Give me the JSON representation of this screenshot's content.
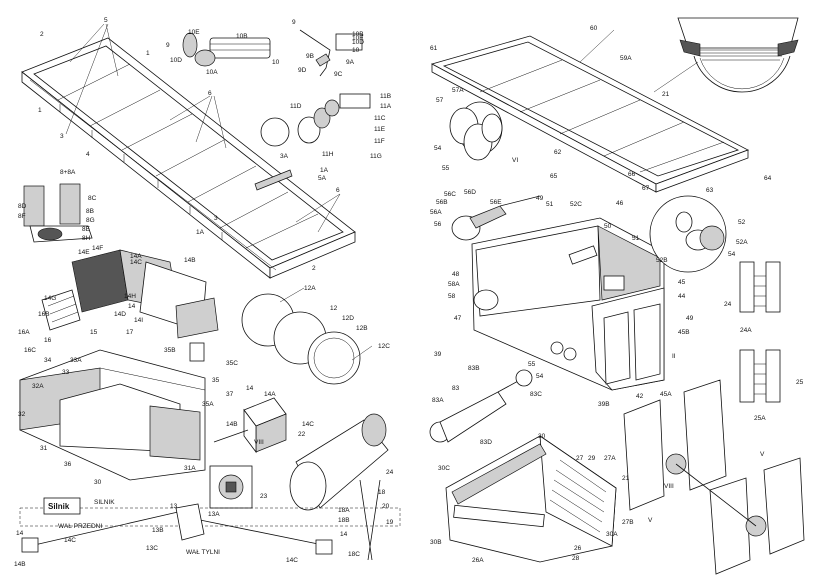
{
  "callouts": {
    "c1": "1",
    "c2": "2",
    "c3": "3",
    "c3a": "3A",
    "c4": "4",
    "c5": "5",
    "c5a": "5A",
    "c6": "6",
    "c1a": "1A",
    "c8p8a": "8+8A",
    "c8c": "8C",
    "c8d": "8D",
    "c8f": "8F",
    "c8b": "8B",
    "c8g": "8G",
    "c8e": "8E",
    "c8h": "8H",
    "c9": "9",
    "c9a": "9A",
    "c9b": "9B",
    "c9c": "9C",
    "c9d": "9D",
    "c10": "10",
    "c10a": "10A",
    "c10b": "10B",
    "c10d": "10D",
    "c10e": "10E",
    "c11a": "11A",
    "c11b": "11B",
    "c11c": "11C",
    "c11d": "11D",
    "c11e": "11E",
    "c11f": "11F",
    "c11g": "11G",
    "c11h": "11H",
    "c12": "12",
    "c12a": "12A",
    "c12b": "12B",
    "c12c": "12C",
    "c12d": "12D",
    "c13": "13",
    "c13a": "13A",
    "c13b": "13B",
    "c13c": "13C",
    "c14": "14",
    "c14a": "14A",
    "c14b": "14B",
    "c14c": "14C",
    "c14d": "14D",
    "c14e": "14E",
    "c14f": "14F",
    "c14g": "14G",
    "c14h": "14H",
    "c14i": "14I",
    "c15": "15",
    "c16": "16",
    "c16a": "16A",
    "c16b": "16B",
    "c16c": "16C",
    "c17": "17",
    "c18": "18",
    "c18a": "18A",
    "c18b": "18B",
    "c18c": "18C",
    "c19": "19",
    "c20": "20",
    "c21": "21",
    "c22": "22",
    "c23": "23",
    "c24": "24",
    "c24a": "24A",
    "c25": "25",
    "c25a": "25A",
    "c26": "26",
    "c26a": "26A",
    "c27": "27",
    "c27a": "27A",
    "c27b": "27B",
    "c28": "28",
    "c29": "29",
    "c30": "30",
    "c30a": "30A",
    "c30b": "30B",
    "c30c": "30C",
    "c31": "31",
    "c31a": "31A",
    "c32": "32",
    "c32a": "32A",
    "c33": "33",
    "c33a": "33A",
    "c34": "34",
    "c35": "35",
    "c35a": "35A",
    "c35b": "35B",
    "c35c": "35C",
    "c36": "36",
    "c37": "37",
    "c39": "39",
    "c39b": "39B",
    "c42": "42",
    "c44": "44",
    "c45": "45",
    "c45a": "45A",
    "c45b": "45B",
    "c46": "46",
    "c47": "47",
    "c48": "48",
    "c49": "49",
    "c50": "50",
    "c51": "51",
    "c52": "52",
    "c52a": "52A",
    "c52b": "52B",
    "c52c": "52C",
    "c54": "54",
    "c55": "55",
    "c56": "56",
    "c56a": "56A",
    "c56b": "56B",
    "c56c": "56C",
    "c56d": "56D",
    "c56e": "56E",
    "c57": "57",
    "c57a": "57A",
    "c58": "58",
    "c58a": "58A",
    "c59a": "59A",
    "c60": "60",
    "c61": "61",
    "c62": "62",
    "c63": "63",
    "c64": "64",
    "c65": "65",
    "c66": "66",
    "c67": "67",
    "c83": "83",
    "c83a": "83A",
    "c83b": "83B",
    "c83c": "83C",
    "c83d": "83D",
    "cII": "II",
    "cV": "V",
    "cVI": "VI",
    "cVIII": "VIII"
  },
  "labels": {
    "silnik_box": "Silnik",
    "silnik": "SILNIK",
    "wal_przedni": "WAŁ PRZEDNI",
    "wal_tylni": "WAŁ TYLNI"
  },
  "colors": {
    "ink": "#111111",
    "shade": "#cfcfcf",
    "dark": "#555555",
    "paper": "#ffffff"
  }
}
